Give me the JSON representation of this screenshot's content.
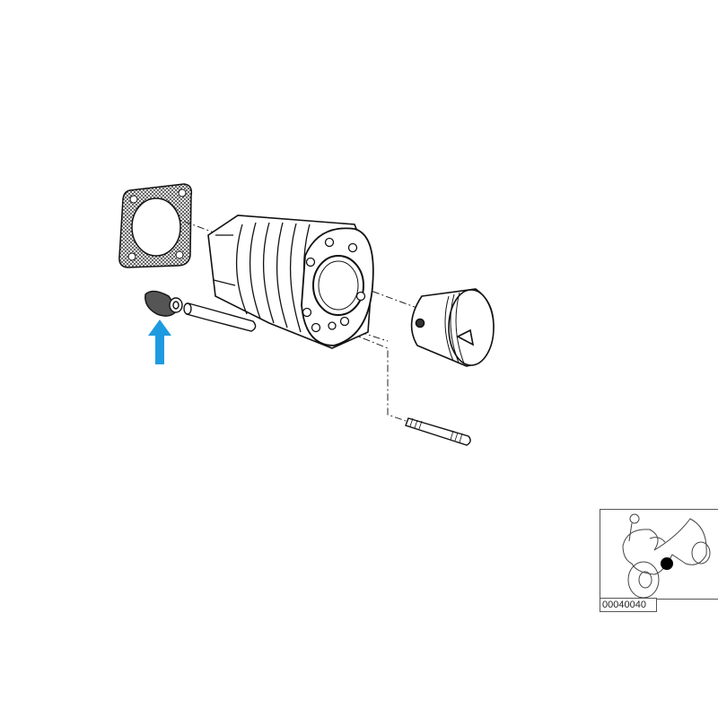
{
  "diagram": {
    "parts": [
      "gasket",
      "cylinder",
      "piston",
      "rubber-bushing",
      "dowel-pin",
      "stud"
    ],
    "highlight_color": "#1e9be0",
    "highlighted_part": "rubber-bushing"
  },
  "inset": {
    "diagram_code": "00040040",
    "marker_color": "#000000"
  }
}
